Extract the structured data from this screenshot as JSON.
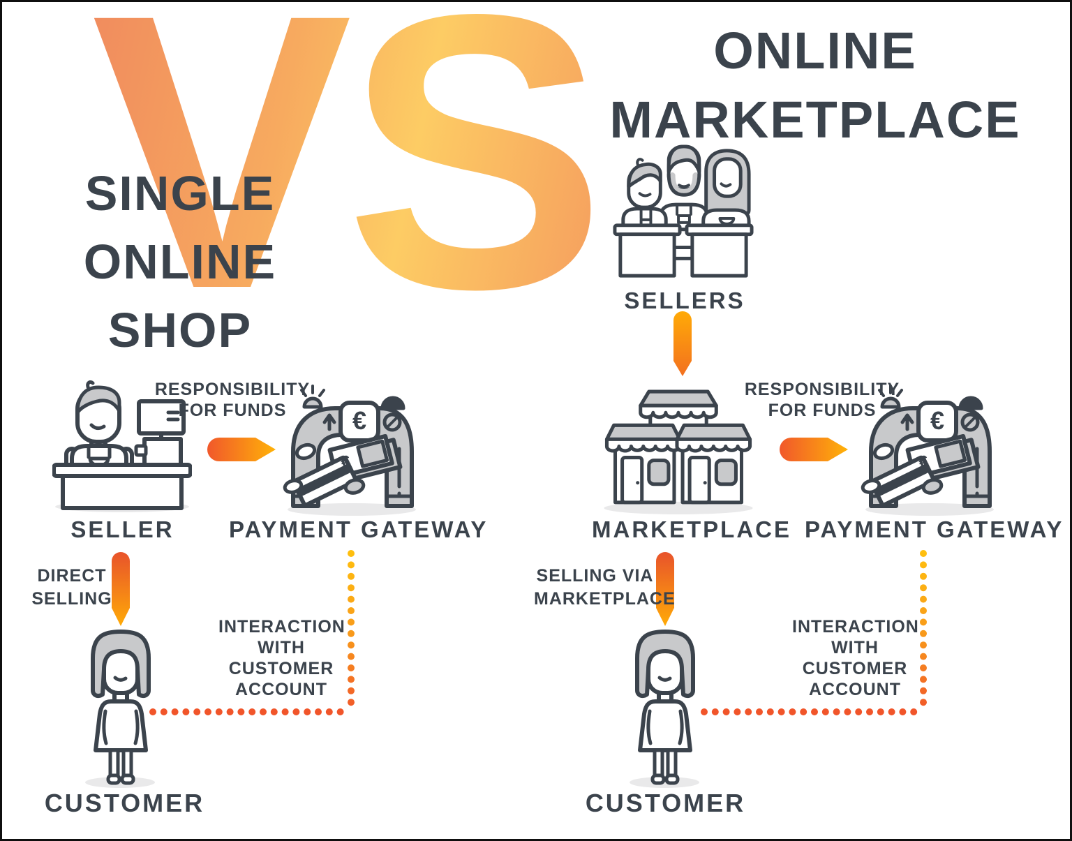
{
  "versus": {
    "text": "VS"
  },
  "icons": {
    "euro": "€"
  },
  "left": {
    "title_lines": [
      "SINGLE",
      "ONLINE",
      "SHOP"
    ],
    "seller_label": "SELLER",
    "responsibility_lines": [
      "RESPONSIBILITY",
      "FOR FUNDS"
    ],
    "payment_gateway_label": "PAYMENT GATEWAY",
    "direct_selling_lines": [
      "DIRECT",
      "SELLING"
    ],
    "customer_label": "CUSTOMER",
    "interaction_lines": [
      "INTERACTION",
      "WITH",
      "CUSTOMER",
      "ACCOUNT"
    ]
  },
  "right": {
    "title_lines": [
      "ONLINE",
      "MARKETPLACE"
    ],
    "sellers_label": "SELLERS",
    "marketplace_label": "MARKETPLACE",
    "responsibility_lines": [
      "RESPONSIBILITY",
      "FOR FUNDS"
    ],
    "payment_gateway_label": "PAYMENT GATEWAY",
    "selling_via_lines": [
      "SELLING VIA",
      "MARKETPLACE"
    ],
    "customer_label": "CUSTOMER",
    "interaction_lines": [
      "INTERACTION",
      "WITH",
      "CUSTOMER",
      "ACCOUNT"
    ]
  },
  "colors": {
    "dark_text": "#3b434c",
    "icon_gray": "#c8c9cb",
    "shadow_gray": "#e9e9ea",
    "vs_gradient_start": "#f08a5e",
    "vs_gradient_end": "#fdcc64",
    "arrow_gradient_start": "#f1582b",
    "arrow_gradient_end": "#ffb208",
    "dot_yellow": "#ffc10d",
    "dot_orange": "#f15a29"
  }
}
